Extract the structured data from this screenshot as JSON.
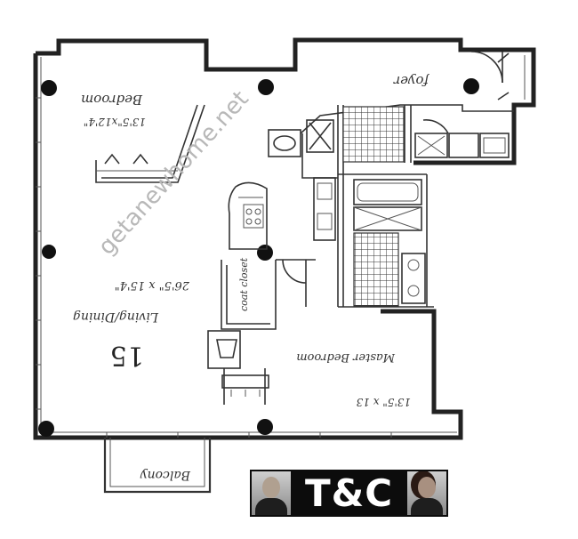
{
  "plan": {
    "unit_number": "15",
    "watermark": "getanewhome.net",
    "rooms": {
      "bedroom": {
        "name": "Bedroom",
        "size": "13'5\"x12'4\""
      },
      "living": {
        "name": "Living/Dining",
        "size": "26'5\" x 15'4\""
      },
      "master": {
        "name": "Master Bedroom",
        "size": "13'5\" x 13"
      },
      "foyer": {
        "name": "foyer"
      },
      "closet": {
        "name": "coat closet"
      },
      "balcony": {
        "name": "Balcony"
      }
    }
  },
  "logo": {
    "text": "T&C"
  }
}
